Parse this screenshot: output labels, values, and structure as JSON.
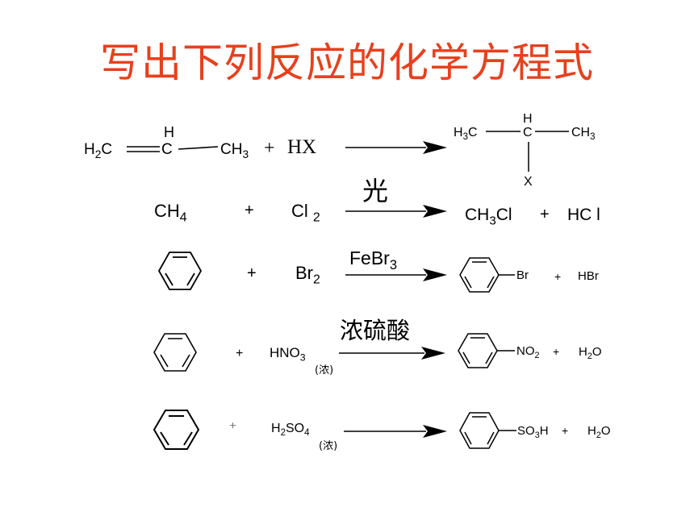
{
  "slide": {
    "title": "写出下列反应的化学方程式",
    "title_color": "#e8401c"
  },
  "reactions": [
    {
      "id": "r1",
      "reactant_text": "H2C=CH—CH3 + HX",
      "reagent1": {
        "h": "H",
        "c2": "C",
        "c": "C",
        "ch3": "CH",
        "n3": "3",
        "sub2": "2"
      },
      "plus": "+",
      "reagent2": "HX",
      "product": {
        "h3": "H",
        "c1": "C",
        "sub3": "3",
        "top_h": "H",
        "mid_c": "C",
        "ch3": "CH",
        "n3": "3",
        "x": "X"
      }
    },
    {
      "id": "r2",
      "r1": "CH",
      "r1_sub": "4",
      "plus1": "+",
      "r2": "Cl",
      "r2_sub": "2",
      "condition": "光",
      "p1": "CH",
      "p1_sub": "3",
      "p1_tail": "Cl",
      "plus2": "+",
      "p2": "HC l"
    },
    {
      "id": "r3",
      "plus1": "+",
      "r2": "Br",
      "r2_sub": "2",
      "condition": "FeBr",
      "condition_sub": "3",
      "product_sub": "Br",
      "plus2": "+",
      "p2": "HBr"
    },
    {
      "id": "r4",
      "plus1": "+",
      "r2": "HNO",
      "r2_sub": "3",
      "r2_note": "(浓)",
      "condition": "浓硫酸",
      "product_sub": "NO",
      "product_sub_n": "2",
      "plus2": "+",
      "p2": "H",
      "p2_sub": "2",
      "p2_tail": "O"
    },
    {
      "id": "r5",
      "plus1": "+",
      "r2": "H",
      "r2_sub1": "2",
      "r2_mid": "SO",
      "r2_sub2": "4",
      "r2_note": "(浓)",
      "product_sub": "SO",
      "product_sub_n": "3",
      "product_sub_tail": "H",
      "plus2": "+",
      "p2": "H",
      "p2_sub": "2",
      "p2_tail": "O"
    }
  ]
}
